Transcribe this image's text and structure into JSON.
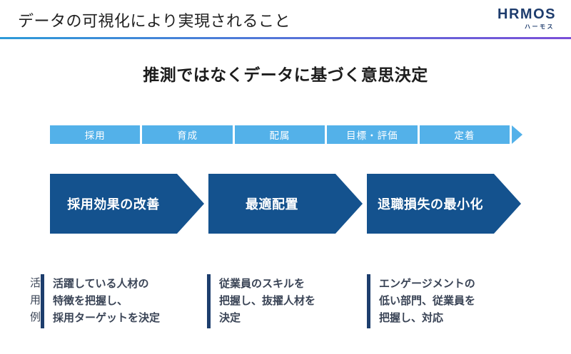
{
  "header": {
    "title": "データの可視化により実現されること",
    "logo": {
      "text": "HRMOS",
      "subtext": "ハーモス"
    }
  },
  "main": {
    "heading": "推測ではなくデータに基づく意思決定",
    "stages": [
      "採用",
      "育成",
      "配属",
      "目標・評価",
      "定着"
    ],
    "outcomes": [
      "採用効果の改善",
      "最適配置",
      "退職損失の最小化"
    ],
    "examples_label": "活用例",
    "examples": [
      {
        "lines": [
          "活躍している人材の",
          "特徴を把握し、",
          "採用ターゲットを決定"
        ]
      },
      {
        "lines": [
          "従業員のスキルを",
          "把握し、抜擢人材を",
          "決定"
        ]
      },
      {
        "lines": [
          "エンゲージメントの",
          "低い部門、従業員を",
          "把握し、対応"
        ]
      }
    ]
  },
  "colors": {
    "grad1": "#2d9ad8",
    "grad2": "#7a4ed8",
    "stage": "#53b1e9",
    "arrow": "#14528e",
    "bar": "#1d3e6d",
    "logo": "#1e3c6d",
    "ink": "#1f1f1f",
    "body": "#3a4456"
  }
}
